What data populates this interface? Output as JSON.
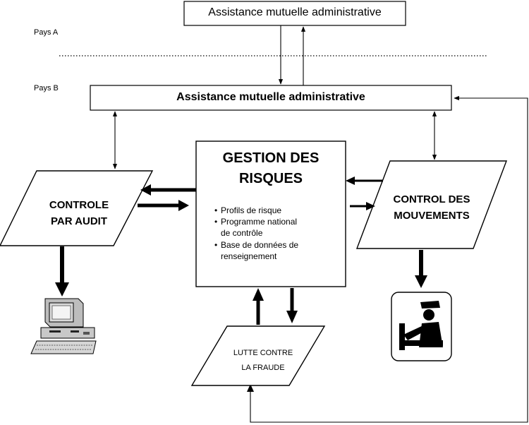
{
  "countries": {
    "a": "Pays A",
    "b": "Pays B"
  },
  "top_box": {
    "title": "Assistance mutuelle administrative"
  },
  "national_box": {
    "title": "Assistance mutuelle administrative"
  },
  "risk_management": {
    "title_line1": "GESTION DES",
    "title_line2": "RISQUES",
    "bullets": [
      "Profils de risque",
      "Programme national",
      "de contrôle",
      "Base de données de",
      "renseignement"
    ]
  },
  "audit_control": {
    "line1": "CONTROLE",
    "line2": "PAR AUDIT"
  },
  "movement_control": {
    "line1": "CONTROL DES",
    "line2": "MOUVEMENTS"
  },
  "fraud": {
    "line1": "LUTTE CONTRE",
    "line2": "LA FRAUDE"
  },
  "icons": {
    "computer": "computer-icon",
    "customs_officer": "customs-officer-icon"
  }
}
